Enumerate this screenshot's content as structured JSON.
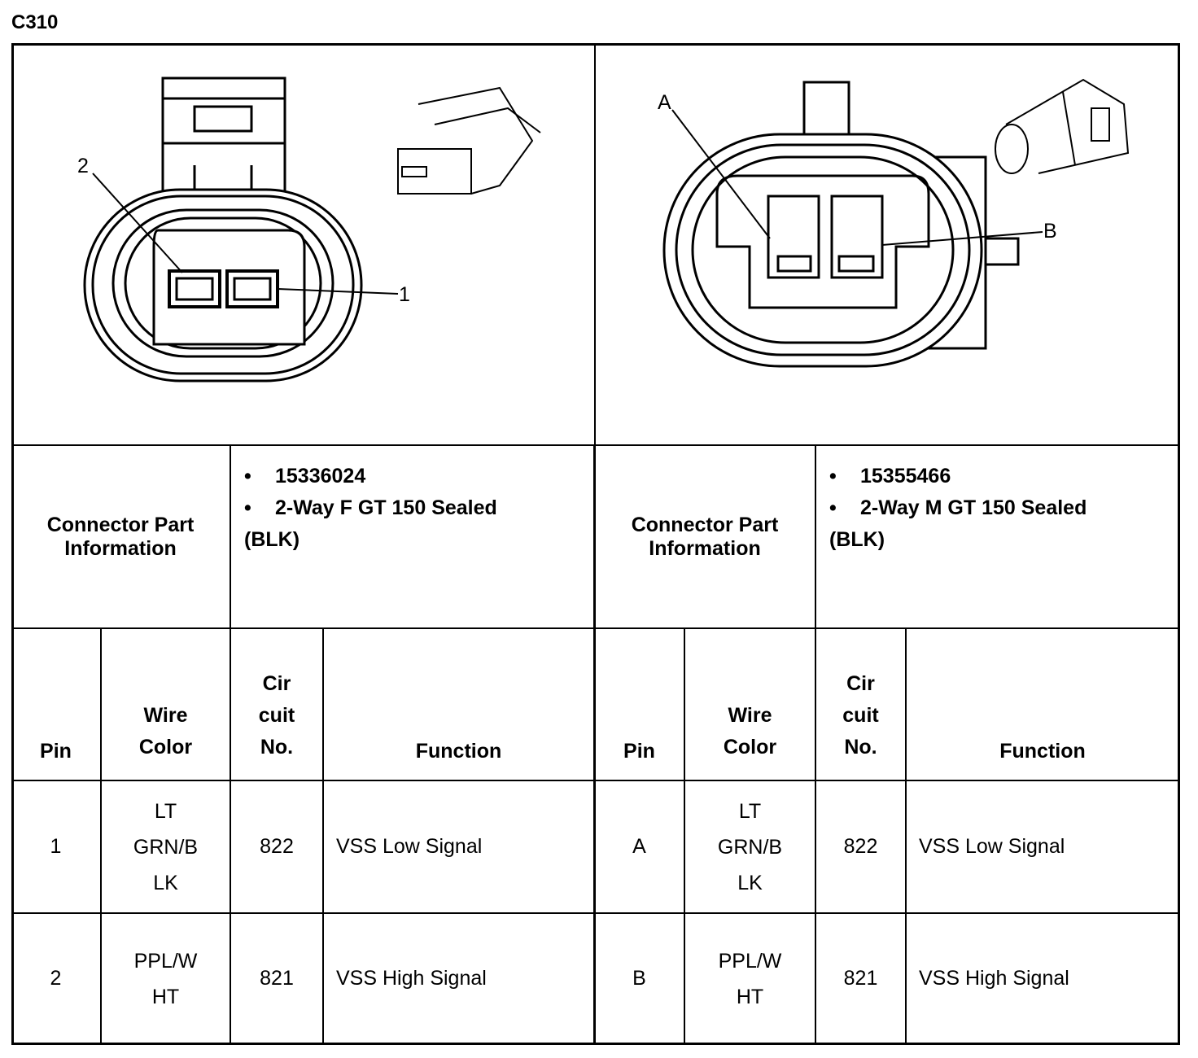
{
  "title": "C310",
  "connectors": [
    {
      "part_label": "Connector Part Information",
      "part_number": "15336024",
      "description": "2-Way F GT 150 Sealed",
      "color_code": "(BLK)",
      "pin_labels": [
        "2",
        "1"
      ],
      "headers": {
        "pin": "Pin",
        "wire": "Wire Color",
        "circuit": "Cir cuit No.",
        "function": "Function"
      },
      "rows": [
        {
          "pin": "1",
          "wire": "LT GRN/B LK",
          "circuit": "822",
          "function": "VSS Low Signal"
        },
        {
          "pin": "2",
          "wire": "PPL/W HT",
          "circuit": "821",
          "function": "VSS High Signal"
        }
      ]
    },
    {
      "part_label": "Connector Part Information",
      "part_number": "15355466",
      "description": "2-Way M GT 150 Sealed",
      "color_code": "(BLK)",
      "pin_labels": [
        "A",
        "B"
      ],
      "headers": {
        "pin": "Pin",
        "wire": "Wire Color",
        "circuit": "Cir cuit No.",
        "function": "Function"
      },
      "rows": [
        {
          "pin": "A",
          "wire": "LT GRN/B LK",
          "circuit": "822",
          "function": "VSS Low Signal"
        },
        {
          "pin": "B",
          "wire": "PPL/W HT",
          "circuit": "821",
          "function": "VSS High Signal"
        }
      ]
    }
  ],
  "bullet": "•"
}
